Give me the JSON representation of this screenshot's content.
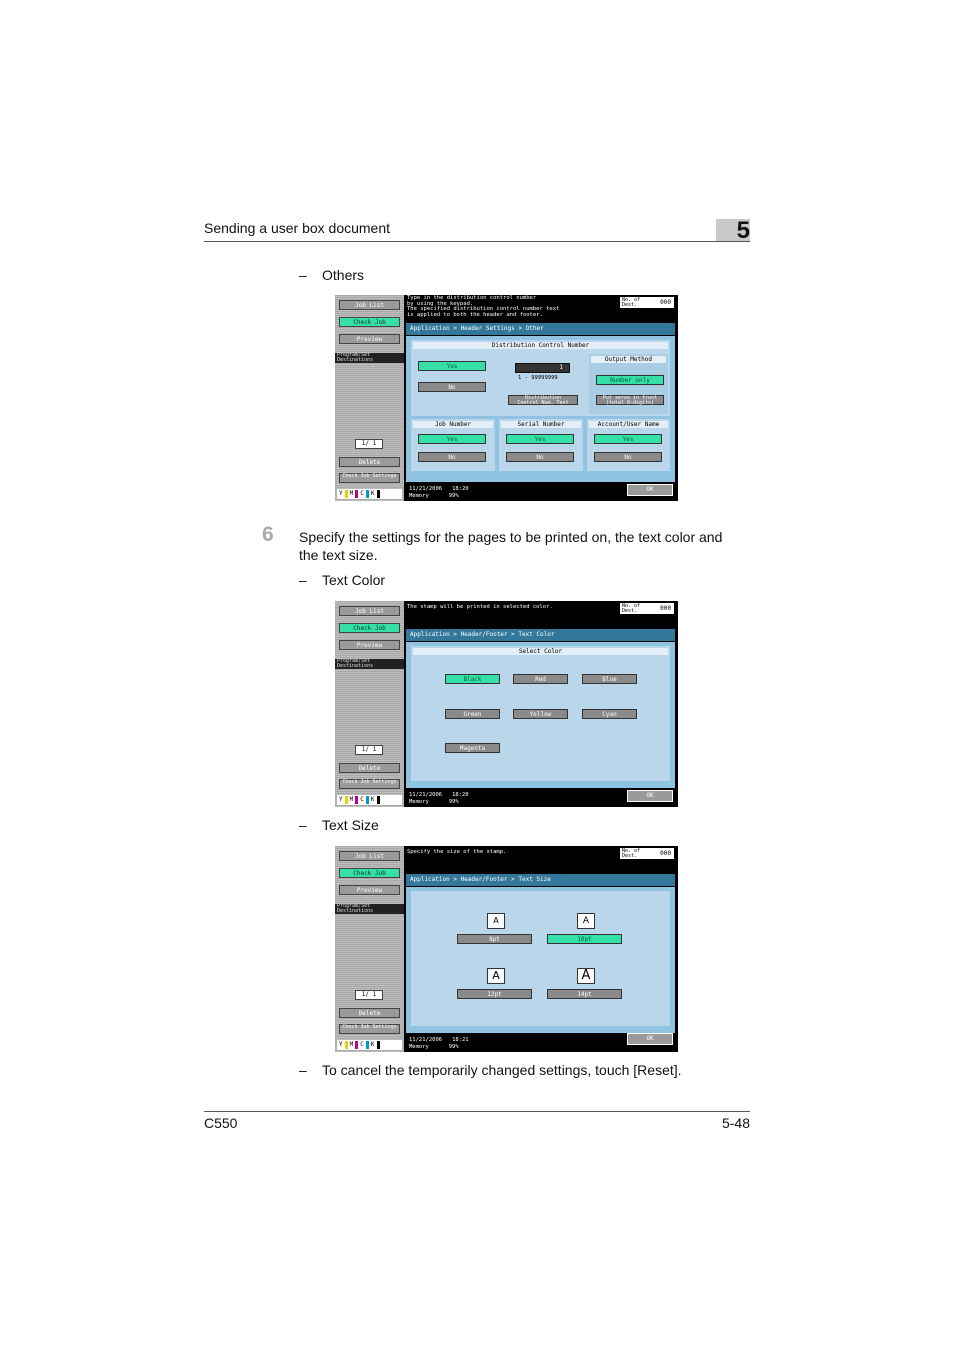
{
  "header": {
    "title": "Sending a user box document",
    "chapter": "5"
  },
  "text": {
    "others": "Others",
    "step_num": "6",
    "step_line1": "Specify the settings for the pages to be printed on, the text color and",
    "step_line2": "the text size.",
    "text_color": "Text Color",
    "text_size": "Text Size",
    "cancel": "To cancel the temporarily changed settings, touch [Reset].",
    "dash": "–"
  },
  "footer": {
    "left": "C550",
    "right": "5-48"
  },
  "sidebar": {
    "job_list": "Job List",
    "check_job": "Check Job",
    "preview": "Preview",
    "program": "Program/Set Destinations",
    "page": "1/ 1",
    "delete": "Delete",
    "check_job_settings": "Check Job Settings",
    "toner": [
      "Y",
      "M",
      "C",
      "K"
    ]
  },
  "screen1": {
    "msg1": "Type in the distribution control number",
    "msg2": "by using the keypad.",
    "msg3": "The specified distribution control number text",
    "msg4": "is applied to both the header and footer.",
    "counter1": "No. of",
    "counter2": "Dest.",
    "counter_val": "000",
    "breadcrumb": "Application > Header Settings > Other",
    "dist_label": "Distribution Control Number",
    "yes": "Yes",
    "no": "No",
    "field_value": "1",
    "range": "1  -  99999999",
    "output_method": "Output Method",
    "number_only": "Number only",
    "dist_num_text_1": "Distribution",
    "dist_num_text_2": "Control Num. Text",
    "zeros_1": "Put zeros in front",
    "zeros_2": "(total 8-digits)",
    "job_number": "Job Number",
    "serial_number": "Serial Number",
    "account_name": "Account/User Name",
    "date": "11/21/2006",
    "time": "18:20",
    "memory_label": "Memory",
    "memory_val": "99%",
    "ok": "OK"
  },
  "screen2": {
    "msg1": "The stamp will be printed in selected color.",
    "counter1": "No. of",
    "counter2": "Dest.",
    "counter_val": "000",
    "breadcrumb": "Application > Header/Footer > Text Color",
    "select_color": "Select Color",
    "colors": [
      "Black",
      "Red",
      "Blue",
      "Green",
      "Yellow",
      "Cyan",
      "Magenta"
    ],
    "date": "11/21/2006",
    "time": "18:20",
    "memory_label": "Memory",
    "memory_val": "99%",
    "ok": "OK"
  },
  "screen3": {
    "msg1": "Specify the size of the stamp.",
    "counter1": "No. of",
    "counter2": "Dest.",
    "counter_val": "000",
    "breadcrumb": "Application > Header/Footer > Text Size",
    "glyph": "A",
    "sizes": [
      "8pt",
      "10pt",
      "12pt",
      "14pt"
    ],
    "date": "11/21/2006",
    "time": "18:21",
    "memory_label": "Memory",
    "memory_val": "99%",
    "ok": "OK"
  },
  "colors": {
    "selected": "#35dfa7",
    "panel": "#8fc3e1",
    "breadcrumb": "#33789a"
  }
}
